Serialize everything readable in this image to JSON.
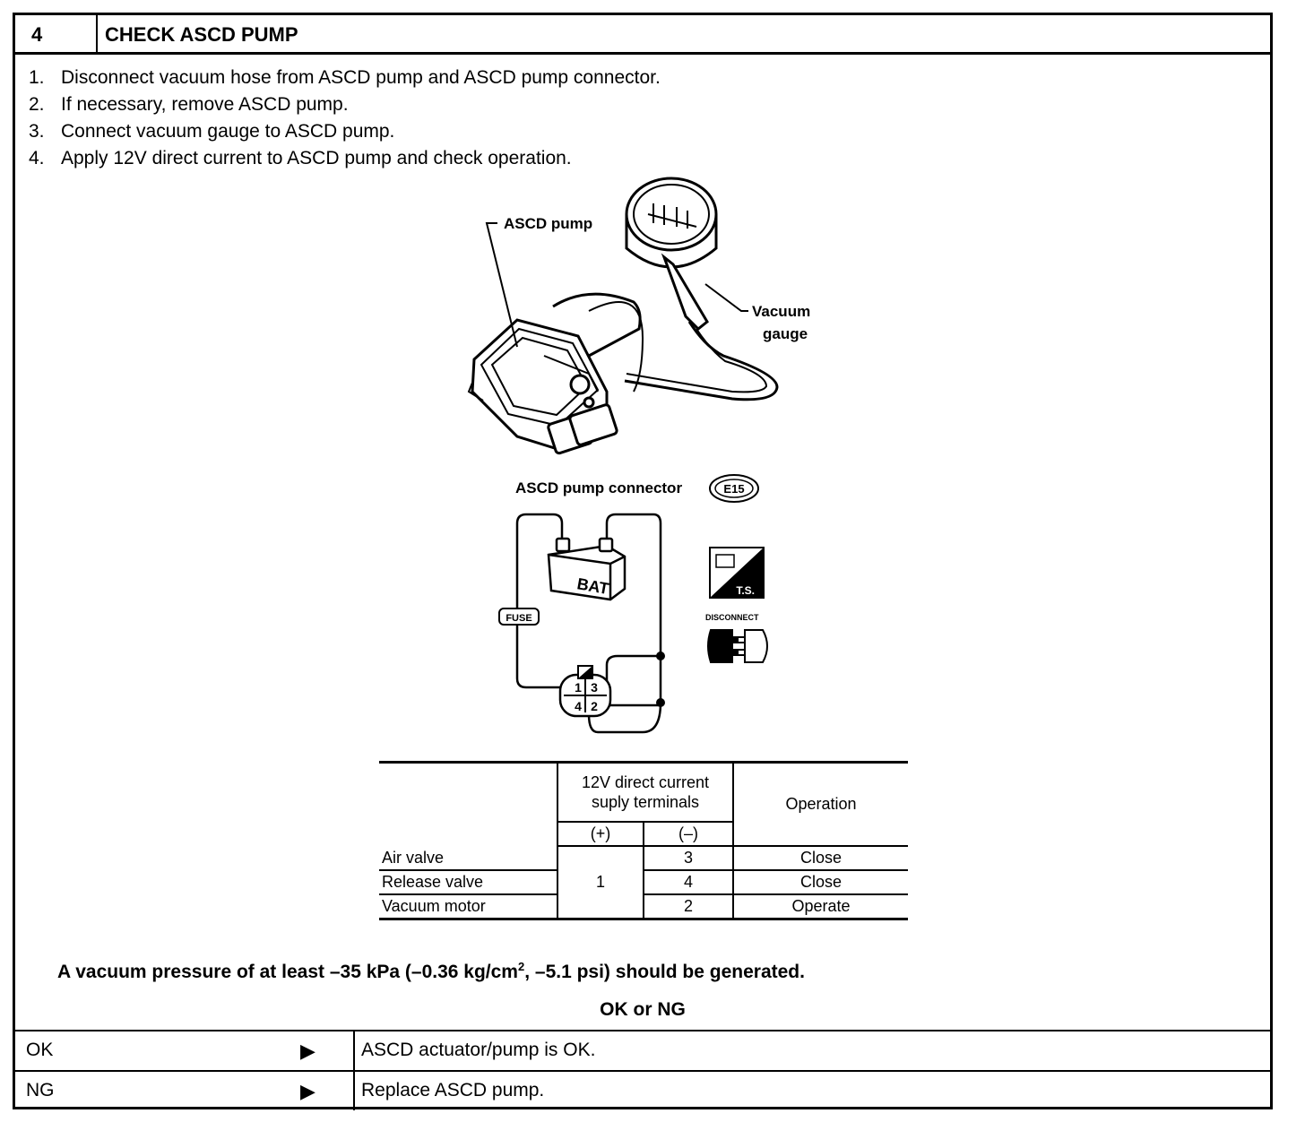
{
  "header": {
    "step_number": "4",
    "title": "CHECK ASCD PUMP"
  },
  "steps": [
    {
      "num": "1.",
      "text": "Disconnect vacuum hose from ASCD pump and ASCD pump connector."
    },
    {
      "num": "2.",
      "text": "If necessary, remove ASCD pump."
    },
    {
      "num": "3.",
      "text": "Connect vacuum gauge to ASCD pump."
    },
    {
      "num": "4.",
      "text": "Apply 12V direct current to ASCD pump and check operation."
    }
  ],
  "figure": {
    "pump_label": "ASCD pump",
    "gauge_label_1": "Vacuum",
    "gauge_label_2": "gauge",
    "connector_label": "ASCD pump connector",
    "connector_code": "E15",
    "battery_label": "BAT",
    "fuse_label": "FUSE",
    "terminals": [
      "1",
      "3",
      "4",
      "2"
    ],
    "ts_label": "T.S.",
    "disconnect_label": "DISCONNECT"
  },
  "spec_table": {
    "group_header_1": "12V direct current",
    "group_header_2": "suply terminals",
    "plus_header": "(+)",
    "minus_header": "(–)",
    "operation_header": "Operation",
    "plus_shared": "1",
    "rows": [
      {
        "item": "Air valve",
        "minus": "3",
        "operation": "Close"
      },
      {
        "item": "Release valve",
        "minus": "4",
        "operation": "Close"
      },
      {
        "item": "Vacuum motor",
        "minus": "2",
        "operation": "Operate"
      }
    ]
  },
  "note": {
    "prefix": "A vacuum pressure of at least –35 kPa (–0.36 kg/cm",
    "superscript": "2",
    "suffix": ", –5.1 psi) should be generated."
  },
  "okng_label": "OK or NG",
  "results": [
    {
      "key": "OK",
      "arrow": "▶",
      "text": "ASCD actuator/pump is OK."
    },
    {
      "key": "NG",
      "arrow": "▶",
      "text": "Replace ASCD pump."
    }
  ]
}
